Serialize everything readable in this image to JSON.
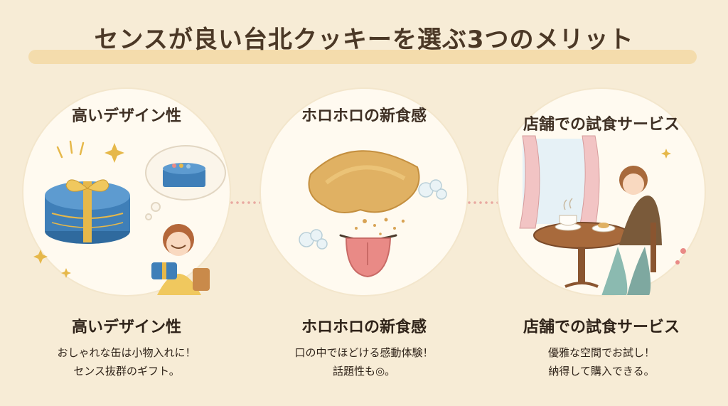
{
  "title": "センスが良い台北クッキーを選ぶ3つのメリット",
  "features": [
    {
      "circle_label": "高いデザイン性",
      "heading": "高いデザイン性",
      "desc_line1": "おしゃれな缶は小物入れに！",
      "desc_line2": "センス抜群のギフト。"
    },
    {
      "circle_label": "ホロホロの新食感",
      "heading": "ホロホロの新食感",
      "desc_line1": "口の中でほどける感動体験！",
      "desc_line2": "話題性も◎。"
    },
    {
      "circle_label": "店舗での試食サービス",
      "heading": "店舗での試食サービス",
      "desc_line1": "優雅な空間でお試し！",
      "desc_line2": "納得して購入できる。"
    }
  ],
  "colors": {
    "background": "#f7ecd6",
    "circle": "#fffaf0",
    "highlight": "#f3d9a4",
    "tin_blue": "#3f7fb8",
    "ribbon_gold": "#e6b84a",
    "cookie": "#e0b163",
    "tongue": "#e98a86"
  }
}
